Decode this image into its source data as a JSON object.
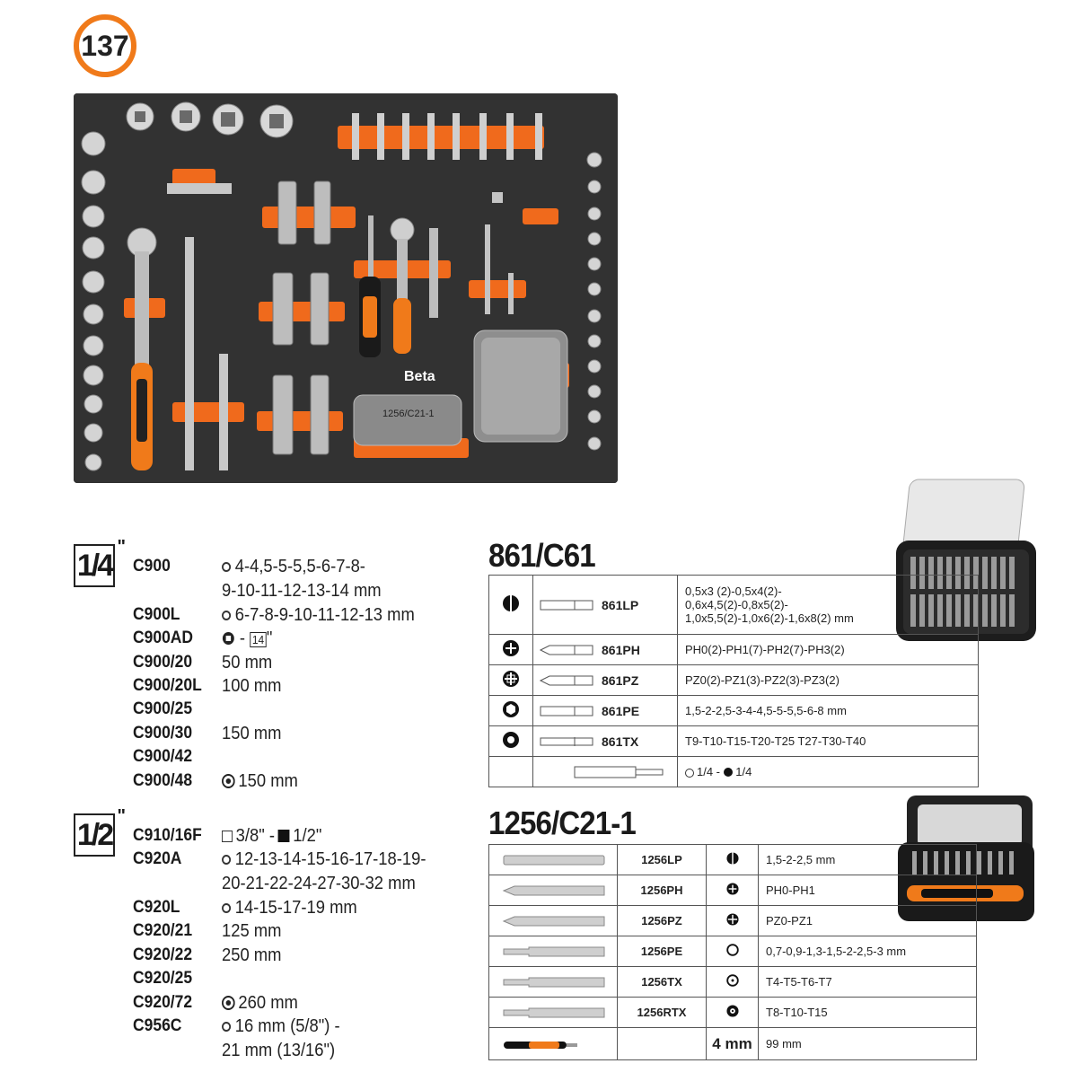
{
  "badge": "137",
  "tray_logo": "Beta",
  "tray_bitbox_label": "1256/C21-1",
  "left": {
    "quarter": {
      "size": "1/4",
      "quote": "\"",
      "rows": [
        {
          "code": "C900",
          "value": "4-4,5-5-5,5-6-7-8-",
          "value2": "9-10-11-12-13-14 mm",
          "icon": "ring"
        },
        {
          "code": "C900L",
          "value": "6-7-8-9-10-11-12-13 mm",
          "icon": "ring"
        },
        {
          "code": "C900AD",
          "value": "-",
          "icon": "adapter",
          "tag": "14"
        },
        {
          "code": "C900/20",
          "value": "50 mm"
        },
        {
          "code": "C900/20L",
          "value": "100 mm"
        },
        {
          "code": "C900/25",
          "value": ""
        },
        {
          "code": "C900/30",
          "value": "150 mm"
        },
        {
          "code": "C900/42",
          "value": ""
        },
        {
          "code": "C900/48",
          "value": "150 mm",
          "icon": "gear"
        }
      ]
    },
    "half": {
      "size": "1/2",
      "quote": "\"",
      "rows": [
        {
          "code": "C910/16F",
          "value_a": "3/8\" -",
          "value_b": "1/2\""
        },
        {
          "code": "C920A",
          "value": "12-13-14-15-16-17-18-19-",
          "value2": "20-21-22-24-27-30-32 mm",
          "icon": "ring"
        },
        {
          "code": "C920L",
          "value": "14-15-17-19 mm",
          "icon": "ring"
        },
        {
          "code": "C920/21",
          "value": "125 mm"
        },
        {
          "code": "C920/22",
          "value": "250 mm"
        },
        {
          "code": "C920/25",
          "value": ""
        },
        {
          "code": "C920/72",
          "value": "260 mm",
          "icon": "gear"
        },
        {
          "code": "C956C",
          "value": "16 mm (5/8\") -",
          "value2": "21 mm (13/16\")",
          "icon": "ring"
        }
      ]
    }
  },
  "set861": {
    "title": "861/C61",
    "rows": [
      {
        "icon": "slot-icon",
        "code": "861LP",
        "desc": [
          "0,5x3 (2)-0,5x4(2)-",
          "0,6x4,5(2)-0,8x5(2)-",
          "1,0x5,5(2)-1,0x6(2)-1,6x8(2) mm"
        ]
      },
      {
        "icon": "phillips-icon",
        "code": "861PH",
        "desc": [
          "PH0(2)-PH1(7)-PH2(7)-PH3(2)"
        ]
      },
      {
        "icon": "pozidriv-icon",
        "code": "861PZ",
        "desc": [
          "PZ0(2)-PZ1(3)-PZ2(3)-PZ3(2)"
        ]
      },
      {
        "icon": "hex-icon",
        "code": "861PE",
        "desc": [
          "1,5-2-2,5-3-4-4,5-5-5,5-6-8 mm"
        ]
      },
      {
        "icon": "torx-icon",
        "code": "861TX",
        "desc": [
          "T9-T10-T15-T20-T25 T27-T30-T40"
        ]
      },
      {
        "icon": "",
        "code": "",
        "desc_a": "1/4 -",
        "desc_b": "1/4"
      }
    ]
  },
  "set1256": {
    "title": "1256/C21-1",
    "rows": [
      {
        "code": "1256LP",
        "icon": "slot-icon",
        "desc": "1,5-2-2,5 mm"
      },
      {
        "code": "1256PH",
        "icon": "phillips-icon",
        "desc": "PH0-PH1"
      },
      {
        "code": "1256PZ",
        "icon": "pozidriv-icon",
        "desc": "PZ0-PZ1"
      },
      {
        "code": "1256PE",
        "icon": "hex-icon",
        "desc": "0,7-0,9-1,3-1,5-2-2,5-3 mm"
      },
      {
        "code": "1256TX",
        "icon": "torx-icon",
        "desc": "T4-T5-T6-T7"
      },
      {
        "code": "1256RTX",
        "icon": "torx-pin-icon",
        "desc": "T8-T10-T15"
      },
      {
        "code": "",
        "icon_text": "4 mm",
        "desc": "99 mm"
      }
    ]
  },
  "colors": {
    "accent": "#f07a1a",
    "tray": "#323232",
    "text": "#1a1a1a"
  }
}
